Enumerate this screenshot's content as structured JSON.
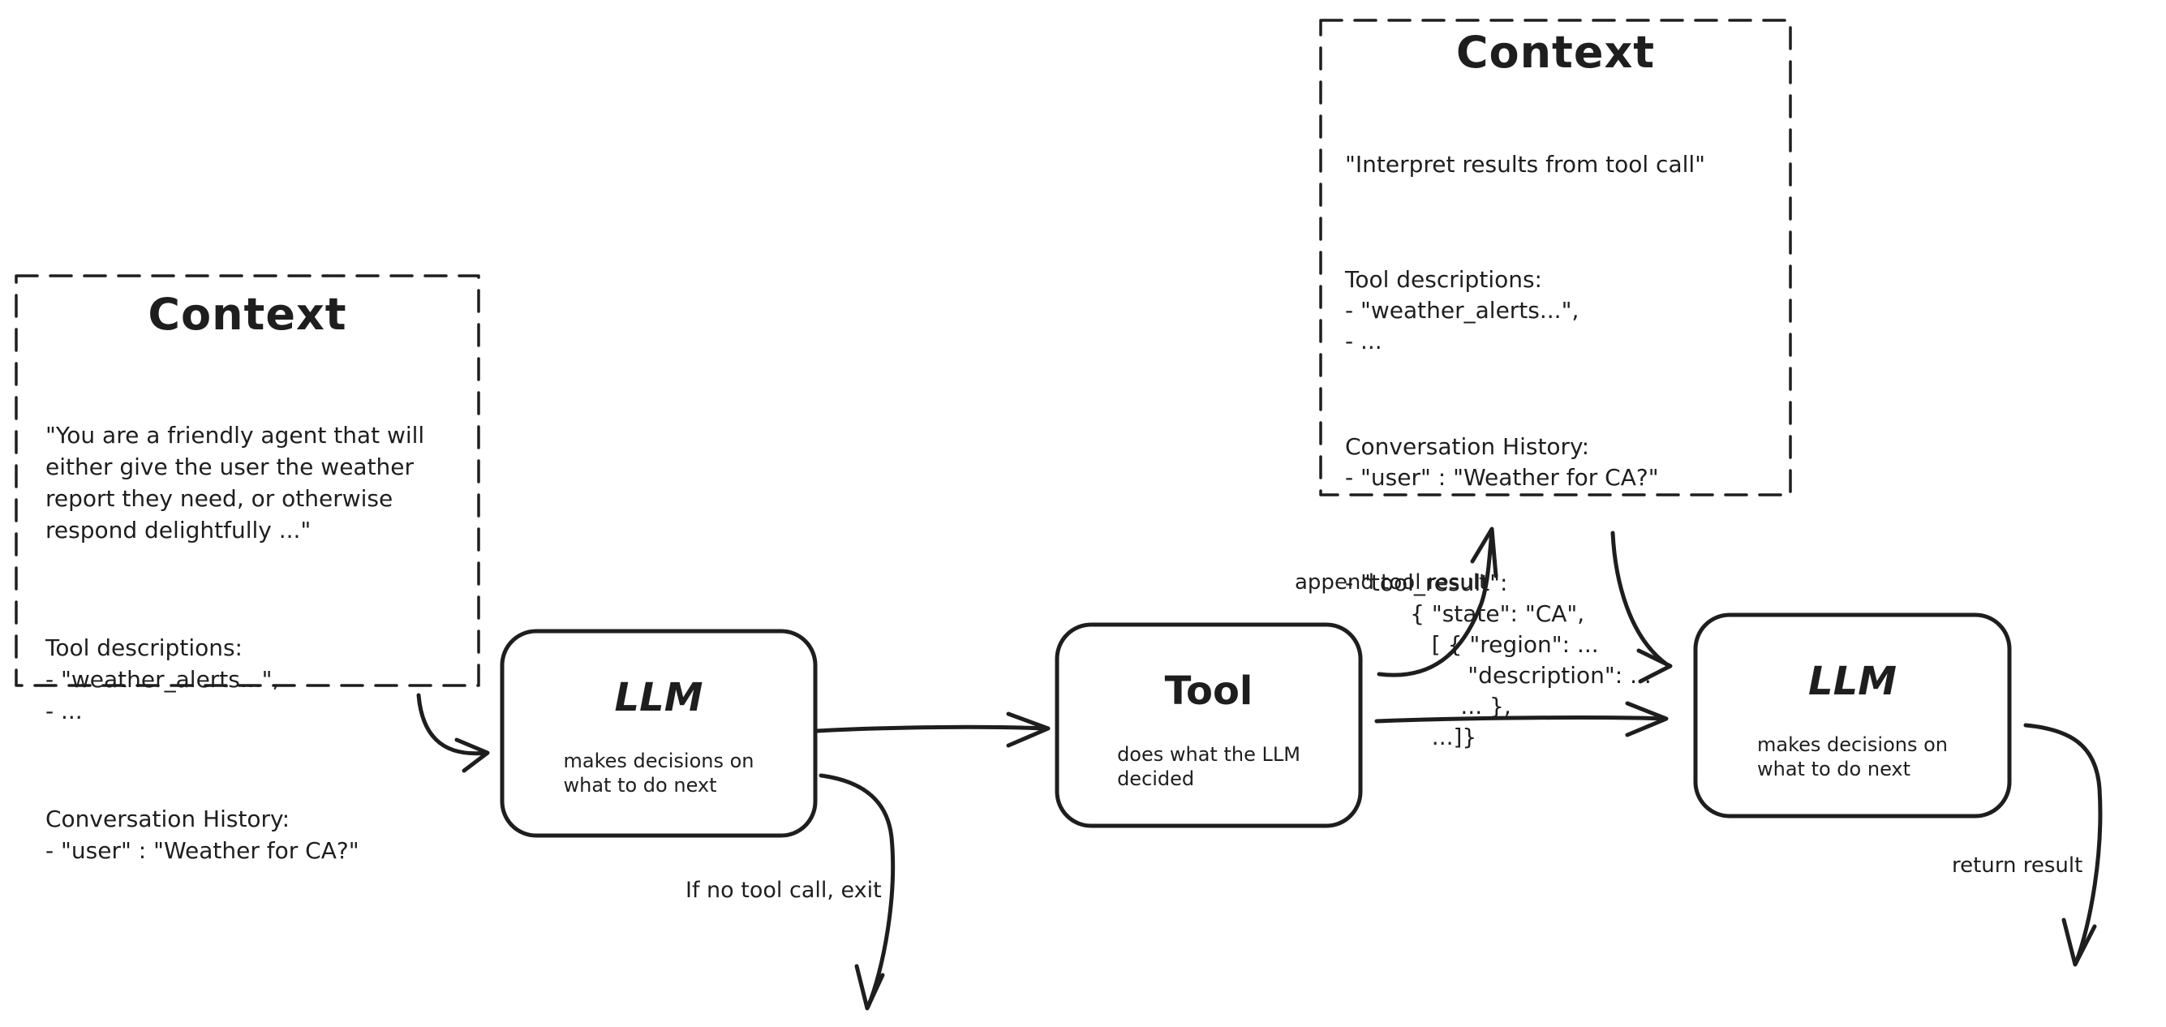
{
  "canvas": {
    "background": "#ffffff",
    "ink": "#1e1e1e"
  },
  "context_left": {
    "title": "Context",
    "system_prompt": "\"You are a friendly agent that will\neither give the user the weather\nreport they need, or otherwise\nrespond delightfully ...\"",
    "tool_descriptions": "Tool descriptions:\n- \"weather_alerts...\",\n- ...",
    "conversation_history": "Conversation History:\n- \"user\" : \"Weather for CA?\""
  },
  "context_right": {
    "title": "Context",
    "instruction": "\"Interpret results from tool call\"",
    "tool_descriptions": "Tool descriptions:\n- \"weather_alerts...\",\n- ...",
    "conversation_history": "Conversation History:\n- \"user\" : \"Weather for CA?\"",
    "tool_result": "- \"tool_result\":\n         { \"state\": \"CA\",\n            [ { \"region\": ...\n                 \"description\": ...\n                ... },\n            ...]}"
  },
  "llm_first": {
    "title": "LLM",
    "subtitle": "makes decisions on\nwhat to do next"
  },
  "tool_node": {
    "title": "Tool",
    "subtitle": "does what the LLM\ndecided"
  },
  "llm_second": {
    "title": "LLM",
    "subtitle": "makes decisions on\nwhat to do next"
  },
  "edge_labels": {
    "append_tool_result": "append tool result",
    "if_no_tool_call_exit": "If no tool call, exit",
    "return_result": "return result"
  }
}
